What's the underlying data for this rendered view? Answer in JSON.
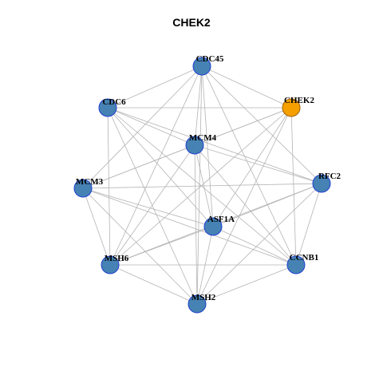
{
  "title": "CHEK2",
  "colors": {
    "edge": "#b4b4b4",
    "node_fill": "#4682b4",
    "node_stroke": "#1f3fd0",
    "highlight_fill": "#f5a000",
    "highlight_stroke": "#a06000"
  },
  "highlight": "CHEK2",
  "nodes": [
    "CDC45",
    "CHEK2",
    "CDC6",
    "MCM4",
    "MCM3",
    "RFC2",
    "ASF1A",
    "MSH6",
    "CCNB1",
    "MSH2"
  ],
  "edges": [
    [
      "CDC45",
      "CHEK2"
    ],
    [
      "CDC45",
      "CDC6"
    ],
    [
      "CDC45",
      "MCM4"
    ],
    [
      "CDC45",
      "MCM3"
    ],
    [
      "CDC45",
      "RFC2"
    ],
    [
      "CDC45",
      "ASF1A"
    ],
    [
      "CDC45",
      "MSH6"
    ],
    [
      "CDC45",
      "CCNB1"
    ],
    [
      "CDC45",
      "MSH2"
    ],
    [
      "CHEK2",
      "CDC6"
    ],
    [
      "CHEK2",
      "MCM4"
    ],
    [
      "CHEK2",
      "MCM3"
    ],
    [
      "CHEK2",
      "ASF1A"
    ],
    [
      "CHEK2",
      "MSH6"
    ],
    [
      "CHEK2",
      "CCNB1"
    ],
    [
      "CHEK2",
      "MSH2"
    ],
    [
      "CDC6",
      "MCM4"
    ],
    [
      "CDC6",
      "RFC2"
    ],
    [
      "CDC6",
      "ASF1A"
    ],
    [
      "CDC6",
      "MSH6"
    ],
    [
      "CDC6",
      "CCNB1"
    ],
    [
      "CDC6",
      "MSH2"
    ],
    [
      "MCM4",
      "MCM3"
    ],
    [
      "MCM4",
      "RFC2"
    ],
    [
      "MCM4",
      "ASF1A"
    ],
    [
      "MCM4",
      "MSH6"
    ],
    [
      "MCM4",
      "CCNB1"
    ],
    [
      "MCM4",
      "MSH2"
    ],
    [
      "MCM3",
      "RFC2"
    ],
    [
      "MCM3",
      "ASF1A"
    ],
    [
      "MCM3",
      "MSH6"
    ],
    [
      "MCM3",
      "CCNB1"
    ],
    [
      "MCM3",
      "MSH2"
    ],
    [
      "RFC2",
      "ASF1A"
    ],
    [
      "RFC2",
      "MSH6"
    ],
    [
      "RFC2",
      "CCNB1"
    ],
    [
      "RFC2",
      "MSH2"
    ],
    [
      "ASF1A",
      "MSH6"
    ],
    [
      "ASF1A",
      "CCNB1"
    ],
    [
      "ASF1A",
      "MSH2"
    ],
    [
      "MSH6",
      "CCNB1"
    ],
    [
      "MSH6",
      "MSH2"
    ],
    [
      "CCNB1",
      "MSH2"
    ]
  ]
}
